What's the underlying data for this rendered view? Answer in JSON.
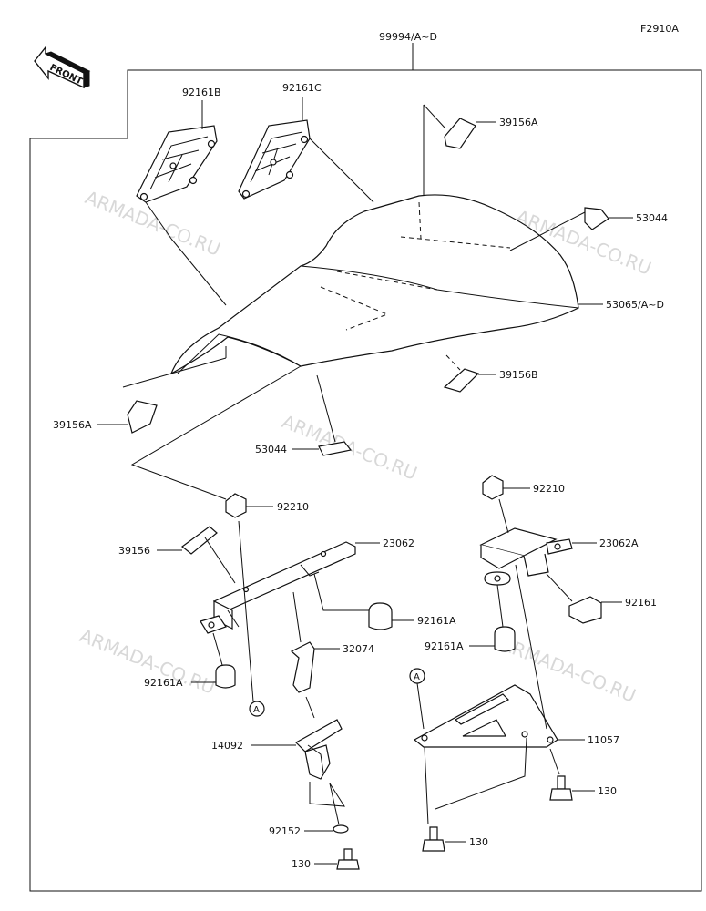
{
  "figure_code": "F2910A",
  "front_label": "FRONT",
  "assembly_label": "99994/A~D",
  "watermark": "ARMADA-CO.RU",
  "callouts": {
    "c92161B": "92161B",
    "c92161C": "92161C",
    "c39156A_top": "39156A",
    "c53044_right": "53044",
    "c53065": "53065/A~D",
    "c39156B": "39156B",
    "c39156A_left": "39156A",
    "c53044_mid": "53044",
    "c92210_left": "92210",
    "c92210_right": "92210",
    "c23062": "23062",
    "c23062A": "23062A",
    "c39156": "39156",
    "c92161": "92161",
    "c92161A_mid": "92161A",
    "c92161A_right": "92161A",
    "c92161A_left": "92161A",
    "c32074": "32074",
    "c14092": "14092",
    "c11057": "11057",
    "c130_right": "130",
    "c130_mid": "130",
    "c130_bottom": "130",
    "c92152": "92152"
  },
  "ref_markers": {
    "a1": "A",
    "a2": "A"
  }
}
